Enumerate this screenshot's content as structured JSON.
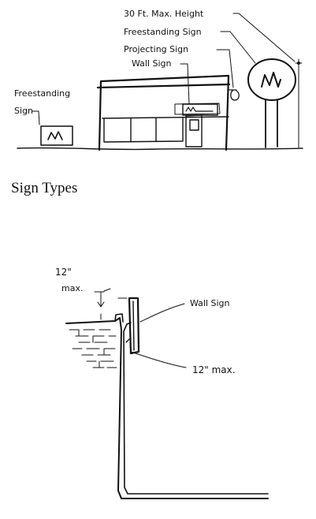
{
  "top_diagram": {
    "caption": "Sign Types",
    "labels": {
      "max_height": "30 Ft. Max. Height",
      "freestanding_right": "Freestanding Sign",
      "projecting": "Projecting  Sign",
      "wall": "Wall Sign",
      "freestanding_left_line1": "Freestanding",
      "freestanding_left_line2": "Sign"
    }
  },
  "bottom_diagram": {
    "labels": {
      "top_dim_line1": "12\"",
      "top_dim_line2": "max.",
      "wall_sign": "Wall Sign",
      "side_dim": "12\" max."
    }
  }
}
